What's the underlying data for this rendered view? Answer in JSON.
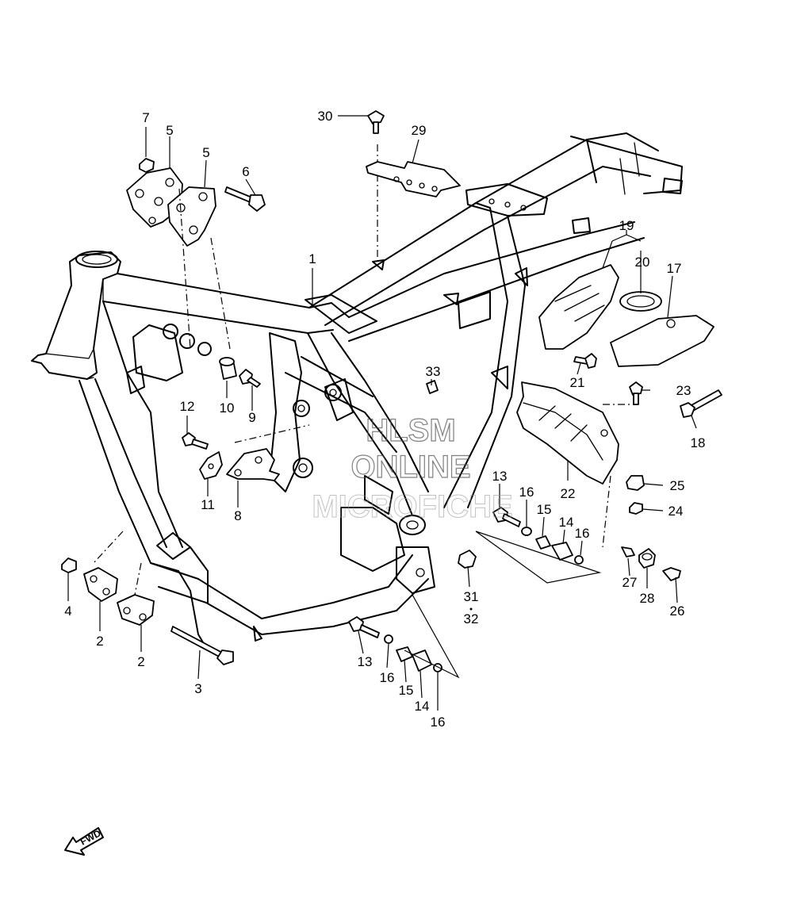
{
  "watermark": {
    "line1": "HLSM",
    "line2": "ONLINE",
    "line3": "MICROFICHE"
  },
  "direction_label": "FWD",
  "callouts": {
    "c1": "1",
    "c2a": "2",
    "c2b": "2",
    "c3": "3",
    "c4": "4",
    "c5a": "5",
    "c5b": "5",
    "c6": "6",
    "c7": "7",
    "c8": "8",
    "c9": "9",
    "c10": "10",
    "c11": "11",
    "c12": "12",
    "c13a": "13",
    "c13b": "13",
    "c14a": "14",
    "c14b": "14",
    "c15a": "15",
    "c15b": "15",
    "c16a": "16",
    "c16b": "16",
    "c16c": "16",
    "c16d": "16",
    "c17": "17",
    "c18": "18",
    "c19": "19",
    "c20": "20",
    "c21": "21",
    "c22": "22",
    "c23": "23",
    "c24": "24",
    "c25": "25",
    "c26": "26",
    "c27": "27",
    "c28": "28",
    "c29": "29",
    "c30": "30",
    "c31": "31",
    "c32": "32",
    "c33": "33"
  }
}
